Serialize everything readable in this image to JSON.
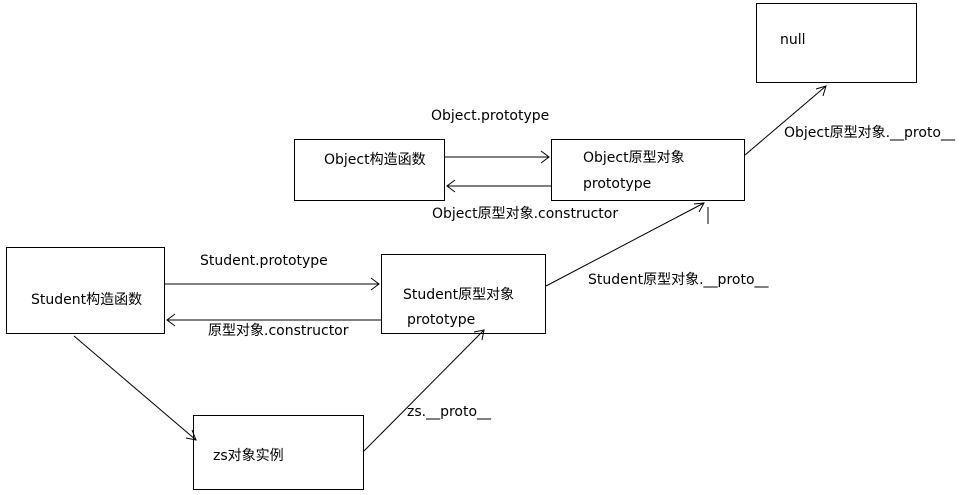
{
  "nodes": {
    "null_box": {
      "text": "null"
    },
    "object_ctor": {
      "text": "Object构造函数"
    },
    "object_proto": {
      "line1": "Object原型对象",
      "line2": "prototype"
    },
    "student_ctor": {
      "text": "Student构造函数"
    },
    "student_proto": {
      "line1": "Student原型对象",
      "line2": "prototype"
    },
    "zs_instance": {
      "text": "zs对象实例"
    }
  },
  "edges": {
    "object_prototype": "Object.prototype",
    "object_constructor": "Object原型对象.constructor",
    "object_proto_proto": "Object原型对象.__proto__",
    "student_prototype": "Student.prototype",
    "student_constructor": "原型对象.constructor",
    "student_proto_proto": "Student原型对象.__proto__",
    "zs_proto": "zs.__proto__"
  }
}
